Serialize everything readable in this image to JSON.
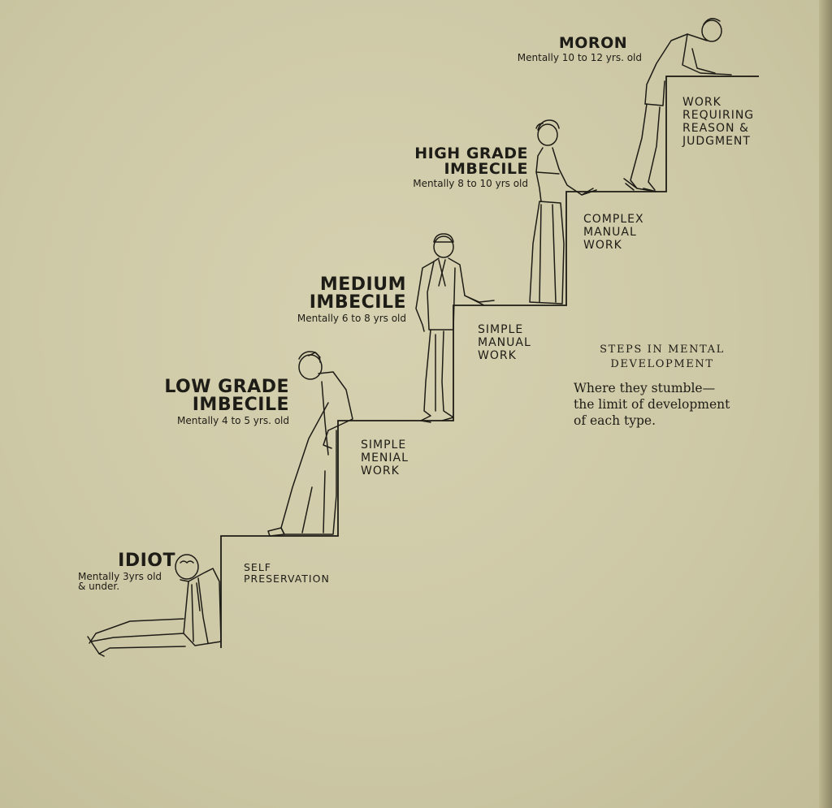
{
  "levels": [
    {
      "type": "IDIOT",
      "age": "Mentally 3yrs old\n& under.",
      "task": "SELF\nPRESERVATION"
    },
    {
      "type": "LOW GRADE\nIMBECILE",
      "age": "Mentally 4 to 5 yrs. old",
      "task": "SIMPLE\nMENIAL\nWORK"
    },
    {
      "type": "MEDIUM\nIMBECILE",
      "age": "Mentally 6 to 8 yrs old",
      "task": "SIMPLE\nMANUAL\nWORK"
    },
    {
      "type": "HIGH GRADE\nIMBECILE",
      "age": "Mentally 8 to 10 yrs old",
      "task": "COMPLEX\nMANUAL\nWORK"
    },
    {
      "type": "MORON",
      "age": "Mentally 10 to 12 yrs. old",
      "task": "WORK\nREQUIRING\nREASON &\nJUDGMENT"
    }
  ],
  "caption": {
    "title": "STEPS IN MENTAL\nDEVELOPMENT",
    "body": "Where they stumble—\nthe limit of development\nof each type."
  }
}
